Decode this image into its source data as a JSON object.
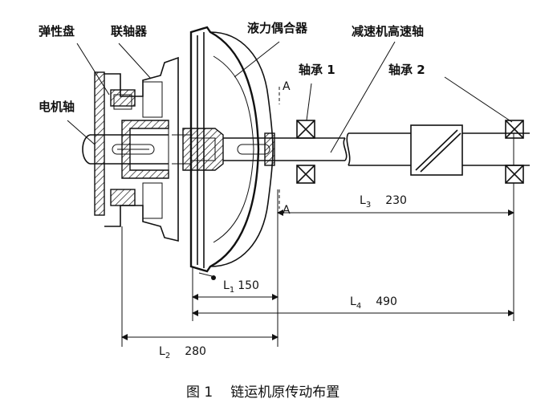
{
  "labels": {
    "elastic_disc": "弹性盘",
    "coupling": "联轴器",
    "fluid_coupling": "液力偶合器",
    "reducer_shaft": "减速机高速轴",
    "bearing1": "轴承 1",
    "bearing2": "轴承 2",
    "motor_shaft": "电机轴",
    "section_a_top": "A",
    "section_a_bottom": "A"
  },
  "dimensions": {
    "l1": {
      "sym": "L",
      "sub": "1",
      "value": "150"
    },
    "l2": {
      "sym": "L",
      "sub": "2",
      "value": "280"
    },
    "l3": {
      "sym": "L",
      "sub": "3",
      "value": "230"
    },
    "l4": {
      "sym": "L",
      "sub": "4",
      "value": "490"
    }
  },
  "caption": {
    "figure": "图 1",
    "title": "链运机原传动布置"
  }
}
